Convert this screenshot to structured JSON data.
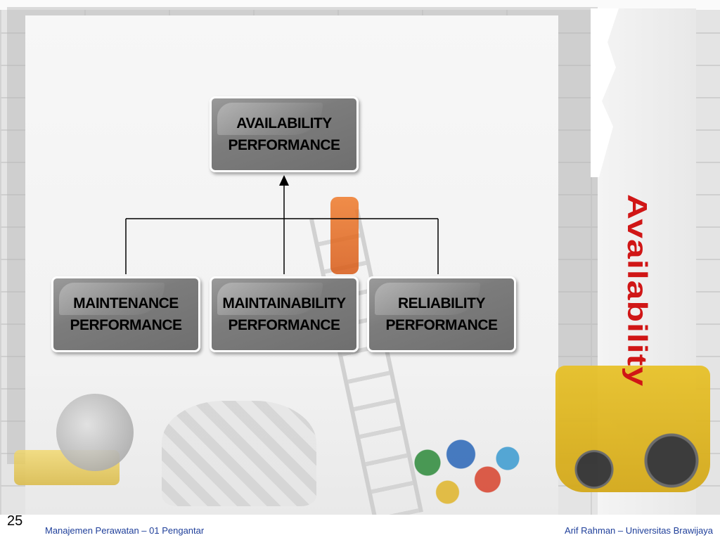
{
  "slide": {
    "title": "Availability",
    "page_number": "25",
    "footer_left": "Manajemen Perawatan – 01 Pengantar",
    "footer_right": "Arif Rahman – Universitas Brawijaya"
  },
  "diagram": {
    "top": {
      "line1": "AVAILABILITY",
      "line2": "PERFORMANCE"
    },
    "children": [
      {
        "line1": "MAINTENANCE",
        "line2": "PERFORMANCE"
      },
      {
        "line1": "MAINTAINABILITY",
        "line2": "PERFORMANCE"
      },
      {
        "line1": "RELIABILITY",
        "line2": "PERFORMANCE"
      }
    ]
  },
  "colors": {
    "title": "#d01616",
    "footer_text": "#1f3f9a",
    "box_fill": "#7c7c7c",
    "connector": "#000000"
  }
}
